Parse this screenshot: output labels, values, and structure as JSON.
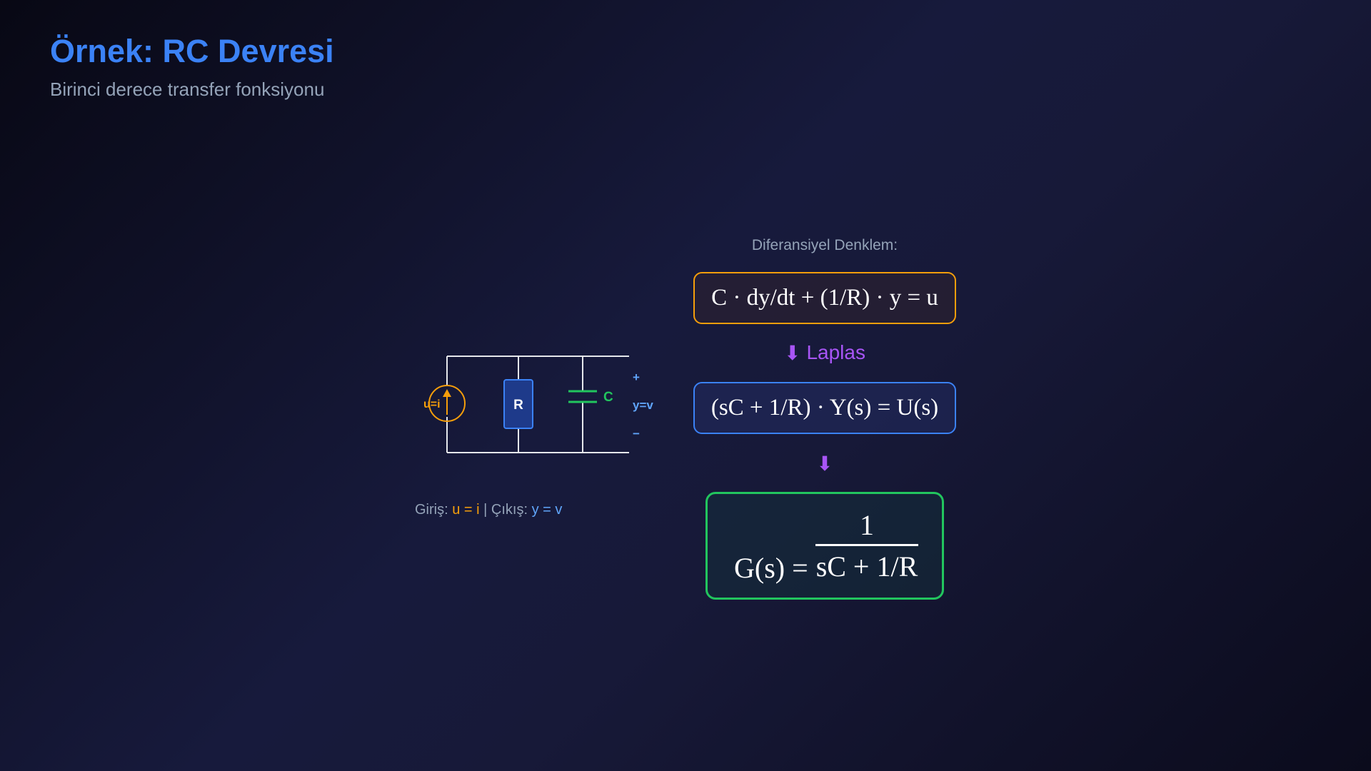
{
  "slide": {
    "title": "Örnek: RC Devresi",
    "subtitle": "Birinci derece transfer fonksiyonu"
  },
  "circuit": {
    "source_label": "u=i",
    "resistor_label": "R",
    "capacitor_label": "C",
    "plus_label": "+",
    "output_label": "y=v",
    "minus_label": "−",
    "colors": {
      "wire": "#e5e7eb",
      "source": "#f59e0b",
      "resistor": "#3b82f6",
      "capacitor": "#22c55e",
      "output": "#60a5fa"
    }
  },
  "io_caption": {
    "input_prefix": "Giriş: ",
    "input_value": "u = i",
    "separator": " | Çıkış: ",
    "output_value": "y = v"
  },
  "equations": {
    "diff_label": "Diferansiyel Denklem:",
    "diff_eq": "C · dy/dt + (1/R) · y = u",
    "laplace_arrow": "⬇",
    "laplace_label": "Laplas",
    "laplace_eq": "(sC + 1/R) · Y(s) = U(s)",
    "tf_arrow": "⬇",
    "tf_lhs": "G(s) =",
    "tf_numerator": "1",
    "tf_denominator": "sC + 1/R"
  },
  "colors": {
    "title": "#3b82f6",
    "diff_border": "#f59e0b",
    "laplace_border": "#3b82f6",
    "tf_border": "#22c55e",
    "arrow": "#a855f7",
    "muted_text": "#94a3b8"
  }
}
